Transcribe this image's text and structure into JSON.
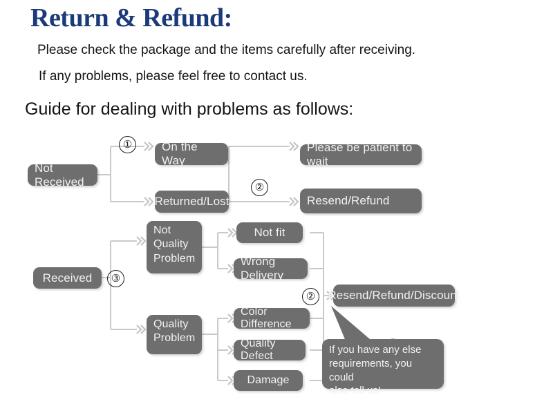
{
  "header": {
    "title": "Return & Refund:",
    "intro_line_1": "Please check the package and the items carefully after receiving.",
    "intro_line_2": "If any problems, please feel free to contact us.",
    "guide_heading": "Guide for dealing with problems as follows:"
  },
  "colors": {
    "title": "#1b3a7a",
    "node_fill": "#6e6e6e",
    "node_text": "#f2f2f2",
    "wire": "#c9c9c9",
    "page_background": "#ffffff"
  },
  "flowchart": {
    "nodes": [
      {
        "id": "not-received",
        "label": "Not Received"
      },
      {
        "id": "on-the-way",
        "label": "On the Way"
      },
      {
        "id": "returned-lost",
        "label": "Returned/Lost"
      },
      {
        "id": "please-be-patient",
        "label": "Please be patient to wait"
      },
      {
        "id": "resend-refund",
        "label": "Resend/Refund"
      },
      {
        "id": "received",
        "label": "Received"
      },
      {
        "id": "not-quality-problem",
        "label": "Not\nQuality\nProblem"
      },
      {
        "id": "quality-problem",
        "label": "Quality\nProblem"
      },
      {
        "id": "not-fit",
        "label": "Not fit"
      },
      {
        "id": "wrong-delivery",
        "label": "Wrong Delivery"
      },
      {
        "id": "color-difference",
        "label": "Color Difference"
      },
      {
        "id": "quality-defect",
        "label": "Quality Defect"
      },
      {
        "id": "damage",
        "label": "Damage"
      },
      {
        "id": "resend-refund-discount",
        "label": "Resend/Refund/Discount"
      }
    ],
    "node_labels": {
      "not_received": "Not Received",
      "on_the_way": "On the Way",
      "returned_lost": "Returned/Lost",
      "please_be_patient": "Please be patient to wait",
      "resend_refund": "Resend/Refund",
      "received": "Received",
      "not_quality_line1": "Not",
      "not_quality_line2": "Quality",
      "not_quality_line3": "Problem",
      "quality_line1": "Quality",
      "quality_line2": "Problem",
      "not_fit": "Not fit",
      "wrong_delivery": "Wrong Delivery",
      "color_difference": "Color Difference",
      "quality_defect": "Quality Defect",
      "damage": "Damage",
      "resend_refund_discount": "Resend/Refund/Discount"
    },
    "markers": {
      "one": "①",
      "two_top": "②",
      "three": "③",
      "two_bottom": "②"
    }
  },
  "callout": {
    "line_1": "If you have any else",
    "line_2": "requirements, you could",
    "line_3": "also tell us!"
  }
}
